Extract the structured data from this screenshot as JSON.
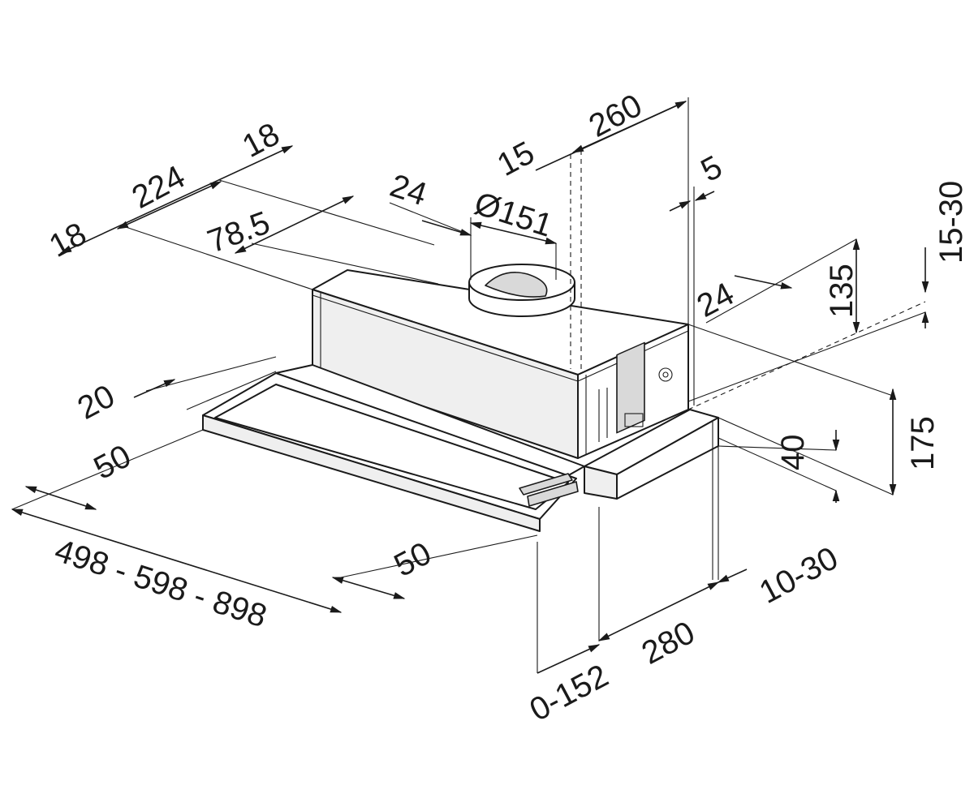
{
  "dimensions": {
    "d18_left": "18",
    "d224": "224",
    "d18_right": "18",
    "d78_5": "78.5",
    "d24_top": "24",
    "d151": "Ø151",
    "d15_top": "15",
    "d260": "260",
    "d5": "5",
    "d24_side": "24",
    "d135": "135",
    "d15_30": "15-30",
    "d175": "175",
    "d40": "40",
    "d20": "20",
    "d50_left": "50",
    "d498_898": "498 - 598 - 898",
    "d50_front": "50",
    "d10_30": "10-30",
    "d280": "280",
    "d0_152": "0-152"
  }
}
